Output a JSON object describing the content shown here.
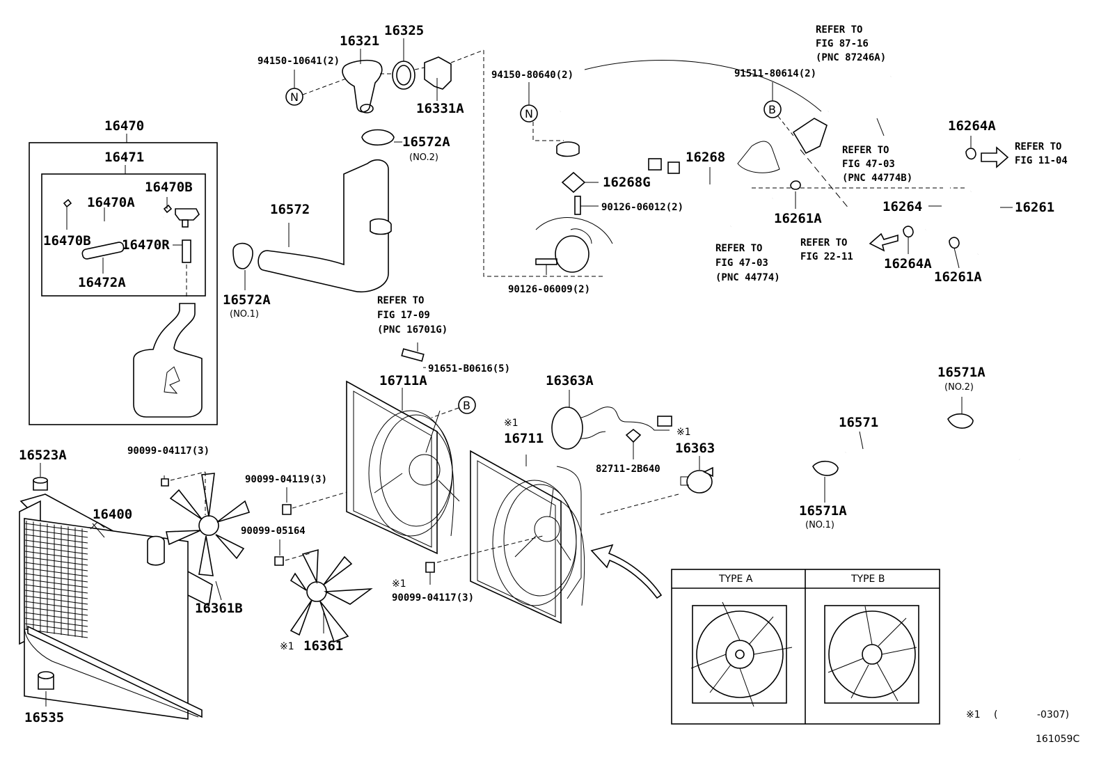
{
  "diagram_code": "161059C",
  "footnote": {
    "mark": "※1",
    "open": "(",
    "range": "-0307)"
  },
  "parts": {
    "p16321": "16321",
    "p16325": "16325",
    "p94150_10641": "94150-10641(2)",
    "n_mark_1": "N",
    "p16331A": "16331A",
    "p16572A_top": "16572A",
    "p16572A_top_sub": "(NO.2)",
    "p16572": "16572",
    "p16572A_bot": "16572A",
    "p16572A_bot_sub": "(NO.1)",
    "p16470": "16470",
    "p16471": "16471",
    "p16470B_top": "16470B",
    "p16470A": "16470A",
    "p16470B_left": "16470B",
    "p16470R": "16470R",
    "p16472A": "16472A",
    "p94150_80640": "94150-80640(2)",
    "n_mark_2": "N",
    "p16268G": "16268G",
    "p90126_06012": "90126-06012(2)",
    "p90126_06009": "90126-06009(2)",
    "p16268": "16268",
    "p91511_80614": "91511-80614(2)",
    "b_mark_1": "B",
    "p16261A_mid": "16261A",
    "p16264A_top": "16264A",
    "p16264": "16264",
    "p16261": "16261",
    "p16264A_bot": "16264A",
    "p16261A_bot": "16261A",
    "p16523A": "16523A",
    "p16400": "16400",
    "p16535": "16535",
    "p90099_04117_top": "90099-04117(3)",
    "p16361B": "16361B",
    "p90099_04119": "90099-04119(3)",
    "p90099_05164": "90099-05164",
    "p16361": "16361",
    "p16361_mark": "※1",
    "p16711A": "16711A",
    "p91651_B0616": "91651-B0616(5)",
    "b_mark_2": "B",
    "p16711": "16711",
    "p16711_mark": "※1",
    "p90099_04117_bot": "90099-04117(3)",
    "p90099_04117_bot_mark": "※1",
    "p16363A": "16363A",
    "p82711_2B640": "82711-2B640",
    "p16363": "16363",
    "p16363_mark": "※1",
    "p16571A_top": "16571A",
    "p16571A_top_sub": "(NO.2)",
    "p16571": "16571",
    "p16571A_bot": "16571A",
    "p16571A_bot_sub": "(NO.1)"
  },
  "refs": {
    "r87_16": [
      "REFER TO",
      "FIG 87-16",
      "(PNC 87246A)"
    ],
    "r47_03b": [
      "REFER TO",
      "FIG 47-03",
      "(PNC 44774B)"
    ],
    "r11_04": [
      "REFER TO",
      "FIG 11-04"
    ],
    "r47_03": [
      "REFER TO",
      "FIG 47-03",
      "(PNC 44774)"
    ],
    "r22_11": [
      "REFER TO",
      "FIG 22-11"
    ],
    "r17_09": [
      "REFER TO",
      "FIG 17-09",
      "(PNC 16701G)"
    ]
  },
  "types": {
    "a": "TYPE A",
    "b": "TYPE B"
  }
}
